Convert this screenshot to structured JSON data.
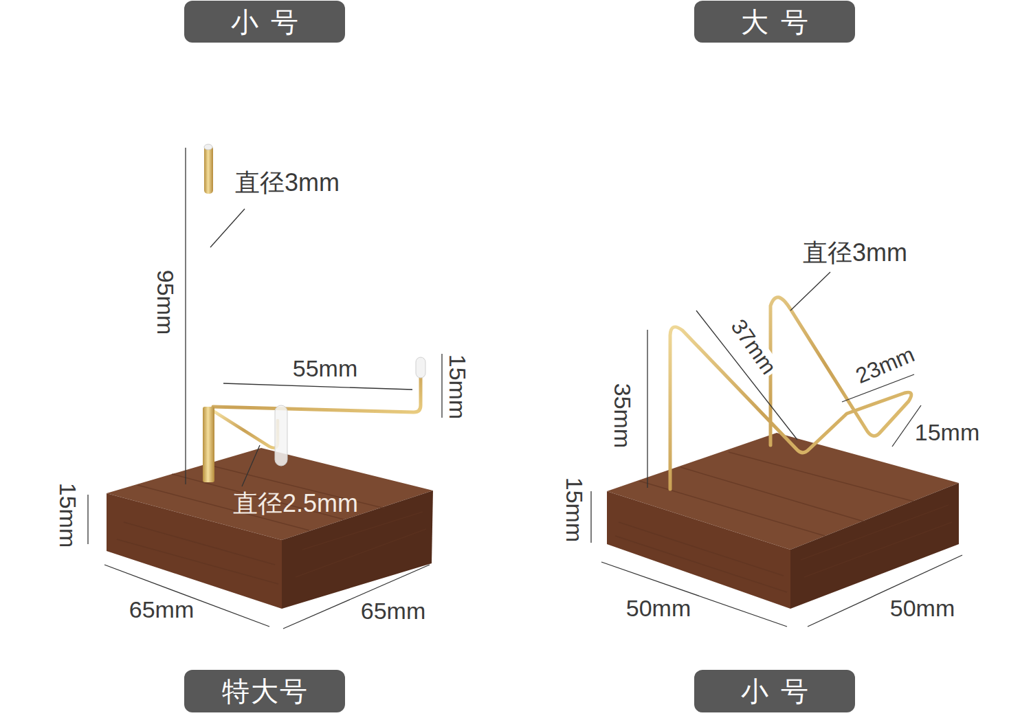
{
  "diagram": {
    "nodes": [
      {
        "text": [
          "小号"
        ]
      },
      {
        "text": [
          "大号"
        ]
      },
      {
        "text": [
          "特大号"
        ]
      },
      {
        "text": [
          "小号"
        ]
      }
    ],
    "labels": [
      "直径3mm",
      "95mm",
      "55mm",
      "15mm",
      "15mm",
      "直径2.5mm",
      "65mm",
      "65mm",
      "直径3mm",
      "37mm",
      "23mm",
      "35mm",
      "15mm",
      "15mm",
      "50mm",
      "50mm"
    ]
  }
}
